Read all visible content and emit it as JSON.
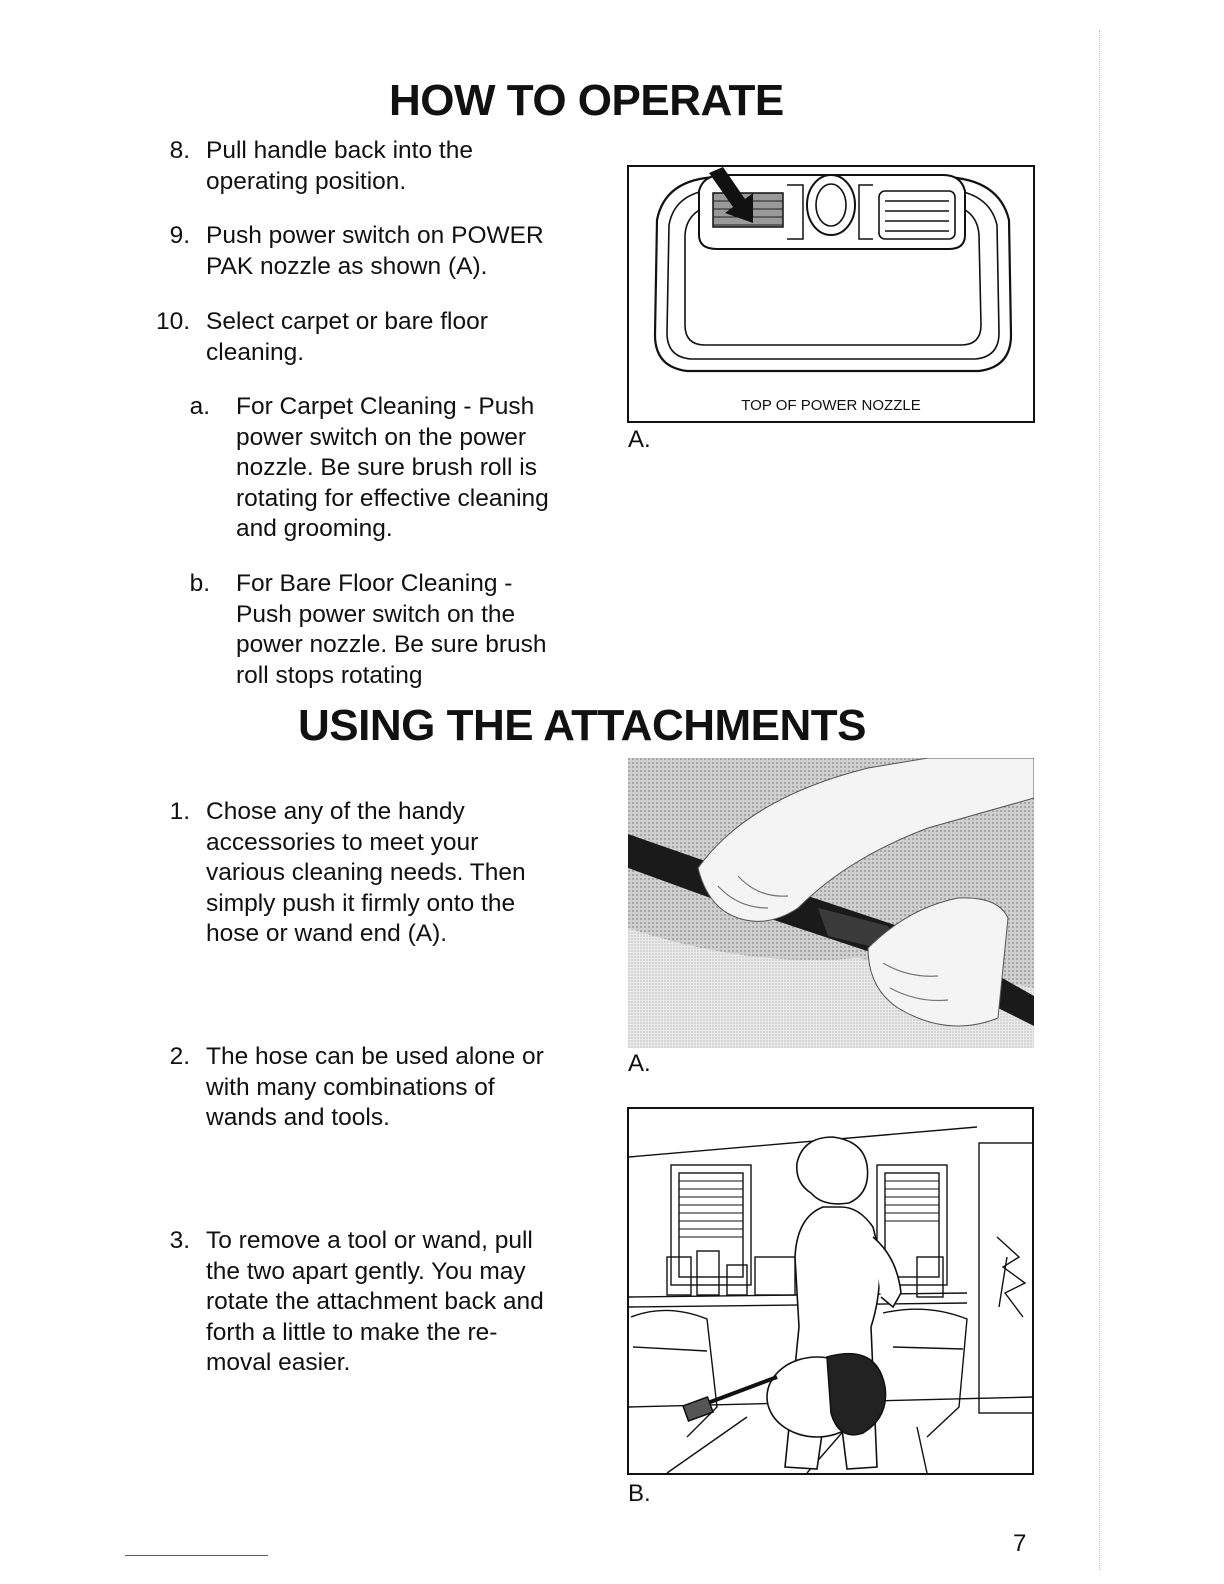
{
  "sections": {
    "operate": {
      "title": "HOW TO OPERATE",
      "steps": [
        {
          "num": "8.",
          "lines": [
            "Pull handle back into the",
            "operating position."
          ]
        },
        {
          "num": "9.",
          "lines": [
            "Push power switch on POWER",
            "PAK nozzle as shown (A)."
          ]
        },
        {
          "num": "10.",
          "lines": [
            "Select carpet or bare floor",
            "cleaning."
          ]
        }
      ],
      "substeps": [
        {
          "num": "a.",
          "lines": [
            "For Carpet Cleaning - Push",
            "power switch on the power",
            "nozzle. Be sure brush roll is",
            "rotating for effective cleaning",
            "and grooming."
          ]
        },
        {
          "num": "b.",
          "lines": [
            "For Bare Floor Cleaning -",
            "Push power switch on the",
            "power nozzle.  Be sure brush",
            "roll stops rotating"
          ]
        }
      ],
      "figure": {
        "caption": "TOP OF POWER NOZZLE",
        "label": "A."
      }
    },
    "attachments": {
      "title": "USING THE ATTACHMENTS",
      "steps": [
        {
          "num": "1.",
          "lines": [
            "Chose any of the handy",
            "accessories to meet your",
            "various cleaning needs.  Then",
            "simply push it firmly onto the",
            "hose or wand end (A)."
          ]
        },
        {
          "num": "2.",
          "lines": [
            "The hose can be used alone or",
            "with many combinations of",
            "wands and tools."
          ]
        },
        {
          "num": "3.",
          "lines": [
            "To remove a tool or wand, pull",
            "the two apart gently.  You may",
            "rotate the attachment back and",
            "forth a little to make the re-",
            "moval easier."
          ]
        }
      ],
      "figure_a_label": "A.",
      "figure_b_label": "B."
    }
  },
  "page_number": "7",
  "colors": {
    "ink": "#111111",
    "photo_bg": "#bdbdbd",
    "footer_rule": "#3a5bd8"
  },
  "icons": {
    "arrow": "down-right-arrow-icon"
  }
}
